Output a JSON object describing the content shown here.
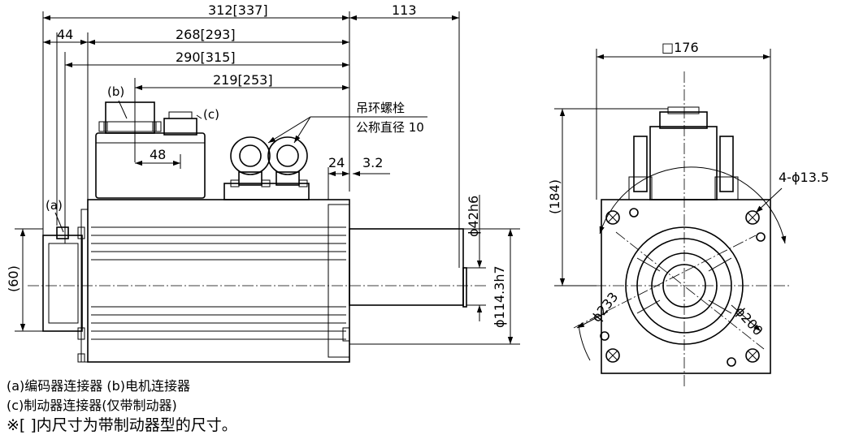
{
  "side_view": {
    "dim_total": "312[337]",
    "dim_shaft": "113",
    "dim_flange": "44",
    "dim_body_268": "268[293]",
    "dim_body_290": "290[315]",
    "dim_body_219": "219[253]",
    "dim_connector_gap": "48",
    "dim_24": "24",
    "dim_3_2": "3.2",
    "dim_60": "(60)",
    "dim_shaft_dia": "ϕ42h6",
    "dim_spigot_dia": "ϕ114.3h7",
    "label_a": "(a)",
    "label_b": "(b)",
    "label_c": "(c)",
    "eyebolt_line1": "吊环螺栓",
    "eyebolt_line2": "公称直径 10"
  },
  "front_view": {
    "dim_square": "□176",
    "dim_184": "(184)",
    "dim_holes": "4-ϕ13.5",
    "dim_pcd_233": "ϕ233",
    "dim_pcd_200": "ϕ200"
  },
  "notes": {
    "line1": "(a)编码器连接器 (b)电机连接器",
    "line2": "(c)制动器连接器(仅带制动器)",
    "line3": "※[  ]内尺寸为带制动器型的尺寸。"
  }
}
